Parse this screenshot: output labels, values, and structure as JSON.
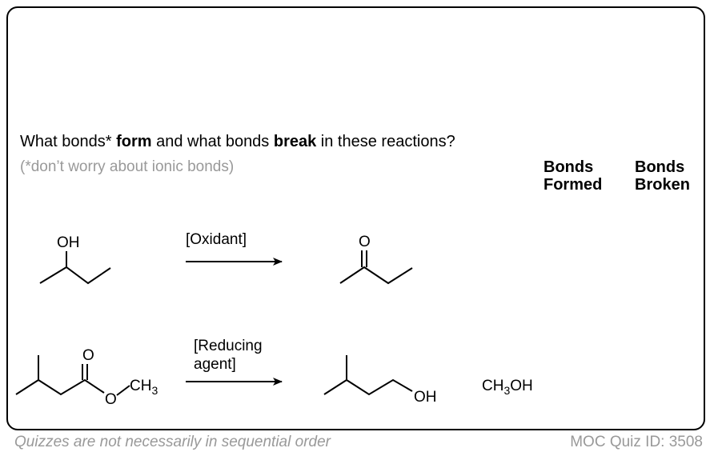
{
  "question": {
    "part1": "What bonds* ",
    "bold1": "form",
    "part2": " and what bonds ",
    "bold2": "break",
    "part3": " in these reactions?"
  },
  "note": "(*don’t worry about ionic bonds)",
  "columns": {
    "formed": [
      "Bonds",
      "Formed"
    ],
    "broken": [
      "Bonds",
      "Broken"
    ]
  },
  "reaction1": {
    "reagent": "[Oxidant]",
    "reactant_label": "OH",
    "product_label": "O"
  },
  "reaction2": {
    "reagent_line1": "[Reducing",
    "reagent_line2": "agent]",
    "reactant_carbonyl_o": "O",
    "reactant_ester_o": "O",
    "reactant_ch3_c": "CH",
    "reactant_ch3_sub": "3",
    "product_label": "OH",
    "byproduct_c": "CH",
    "byproduct_sub": "3",
    "byproduct_oh": "OH"
  },
  "footer": {
    "left": "Quizzes are not necessarily in sequential order",
    "right": "MOC Quiz ID: 3508"
  },
  "colors": {
    "text": "#000000",
    "muted": "#999999",
    "border": "#000000"
  }
}
